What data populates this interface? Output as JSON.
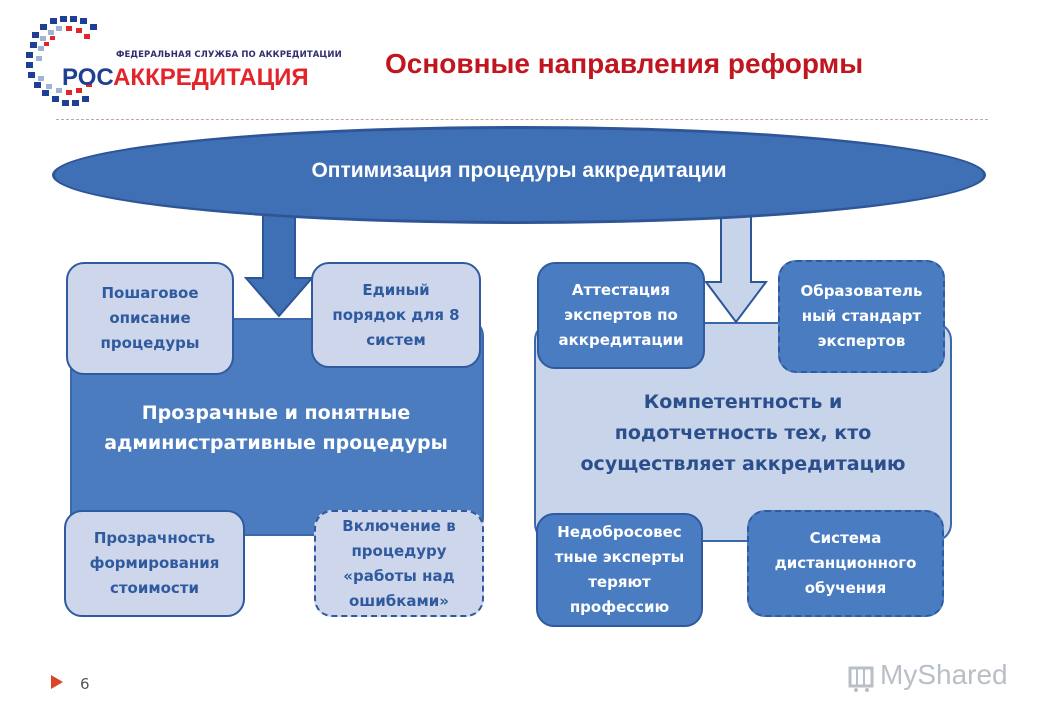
{
  "logo": {
    "agency_line": "ФЕДЕРАЛЬНАЯ СЛУЖБА ПО АККРЕДИТАЦИИ",
    "part1": "РОС",
    "part2": "АККРЕДИТАЦИЯ"
  },
  "title": "Основные направления реформы",
  "banner": "Оптимизация процедуры аккредитации",
  "left_panel": {
    "lines": [
      "Прозрачные и понятные",
      "административные процедуры"
    ],
    "boxes": [
      {
        "lines": [
          "Пошаговое",
          "описание",
          "процедуры"
        ]
      },
      {
        "lines": [
          "Единый",
          "порядок для 8",
          "систем"
        ]
      },
      {
        "lines": [
          "Прозрачность",
          "формирования",
          "стоимости"
        ]
      },
      {
        "lines": [
          "Включение в",
          "процедуру",
          "«работы над",
          "ошибками»"
        ]
      }
    ]
  },
  "right_panel": {
    "lines": [
      "Компетентность и",
      "подотчетность тех, кто",
      "осуществляет аккредитацию"
    ],
    "boxes": [
      {
        "lines": [
          "Аттестация",
          "экспертов по",
          "аккредитации"
        ]
      },
      {
        "lines": [
          "Образователь",
          "ный стандарт",
          "экспертов"
        ]
      },
      {
        "lines": [
          "Недобросовес",
          "тные эксперты",
          "теряют",
          "профессию"
        ]
      },
      {
        "lines": [
          "Система",
          "дистанционного",
          "обучения"
        ]
      }
    ]
  },
  "page_number": "6",
  "watermark": "MyShared",
  "colors": {
    "title_red": "#c0161f",
    "banner_blue": "#3f6fb5",
    "dark_box": "#4a7cc2",
    "light_box": "#cdd6ea",
    "border_blue": "#2f5a9f"
  }
}
